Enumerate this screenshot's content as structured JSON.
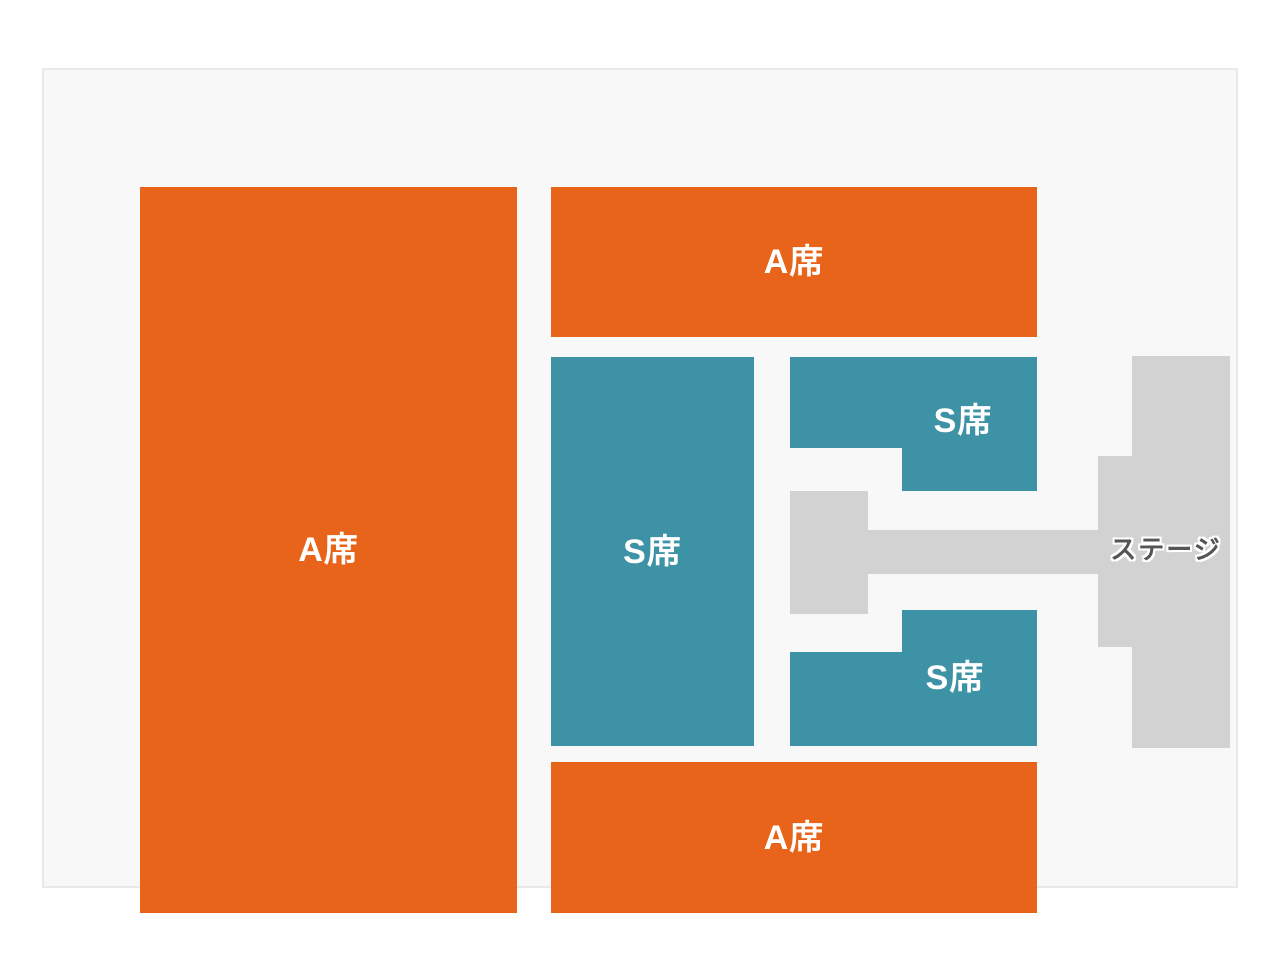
{
  "colors": {
    "a_seat": "#e8641a",
    "s_seat": "#3e92a5",
    "stage_fill": "#d2d2d2",
    "stage_text": "#555555",
    "label_text": "#ffffff",
    "panel_bg": "#f8f8f8",
    "panel_border": "#e9e9e9"
  },
  "seating_map": {
    "blocks": {
      "a_left": {
        "label": "A席",
        "type": "A",
        "color": "#e8641a"
      },
      "a_top": {
        "label": "A席",
        "type": "A",
        "color": "#e8641a"
      },
      "a_bottom": {
        "label": "A席",
        "type": "A",
        "color": "#e8641a"
      },
      "s_center": {
        "label": "S席",
        "type": "S",
        "color": "#3e92a5"
      },
      "s_upper_right": {
        "label": "S席",
        "type": "S",
        "color": "#3e92a5"
      },
      "s_lower_right": {
        "label": "S席",
        "type": "S",
        "color": "#3e92a5"
      },
      "stage": {
        "label": "ステージ",
        "type": "stage",
        "color": "#d2d2d2"
      }
    }
  }
}
